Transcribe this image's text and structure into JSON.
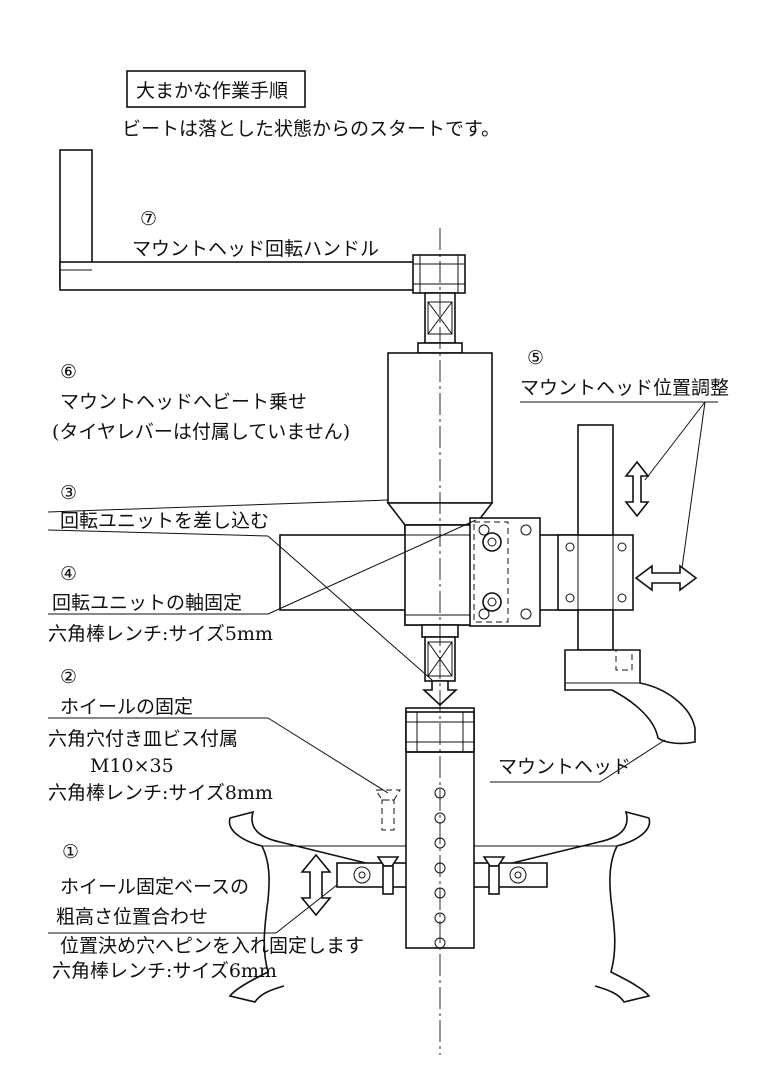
{
  "header": {
    "title": "大まかな作業手順",
    "subtitle": "ビートは落とした状態からのスタートです。"
  },
  "steps": {
    "s7": {
      "num": "⑦",
      "label": "マウントヘッド回転ハンドル"
    },
    "s6": {
      "num": "⑥",
      "label": "マウントヘッドへビート乗せ",
      "note": "(タイヤレバーは付属していません)"
    },
    "s5": {
      "num": "⑤",
      "label": "マウントヘッド位置調整"
    },
    "s3": {
      "num": "③",
      "label": "回転ユニットを差し込む"
    },
    "s4": {
      "num": "④",
      "label": "回転ユニットの軸固定",
      "tool": "六角棒レンチ:サイズ5mm"
    },
    "s2": {
      "num": "②",
      "label": "ホイールの固定",
      "part": "六角穴付き皿ビス付属",
      "size": "M10×35",
      "tool": "六角棒レンチ:サイズ8mm"
    },
    "s1": {
      "num": "①",
      "label_line1": "ホイール固定ベースの",
      "label_line2": "粗高さ位置合わせ",
      "instruction": "位置決め穴へピンを入れ固定します",
      "tool": "六角棒レンチ:サイズ6mm"
    }
  },
  "parts": {
    "mount_head": "マウントヘッド"
  }
}
